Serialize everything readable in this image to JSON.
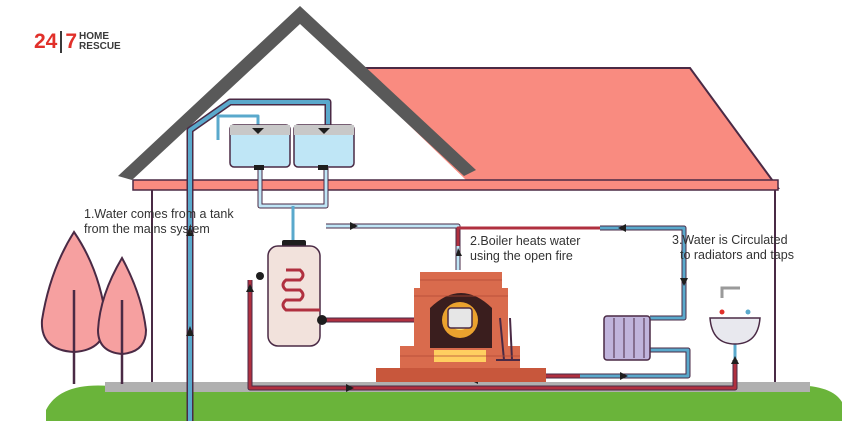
{
  "logo": {
    "number_left": "24",
    "number_right": "7",
    "word_top": "HOME",
    "word_bottom": "RESCUE"
  },
  "steps": [
    {
      "line1": "1.Water comes from a tank",
      "line2": "from the mains system"
    },
    {
      "line1": "2.Boiler heats water",
      "line2": "using the open fire"
    },
    {
      "line1": "3.Water is Circulated",
      "line2": "to radiators and taps"
    }
  ],
  "colors": {
    "roof_dark": "#595959",
    "roof_pink": "#f98b80",
    "wall_outline": "#4a2a45",
    "cold_pipe": "#5aa9cc",
    "hot_pipe": "#b0303f",
    "tank_water": "#bfe6f6",
    "brick": "#d96b4d",
    "grass": "#6ab43a",
    "tree": "#f6a0a0",
    "ground": "#b0b0b0"
  },
  "icons": [
    "house-icon",
    "water-tank-icon",
    "hot-water-cylinder-icon",
    "fireplace-icon",
    "radiator-icon",
    "sink-icon",
    "tree-icon"
  ]
}
